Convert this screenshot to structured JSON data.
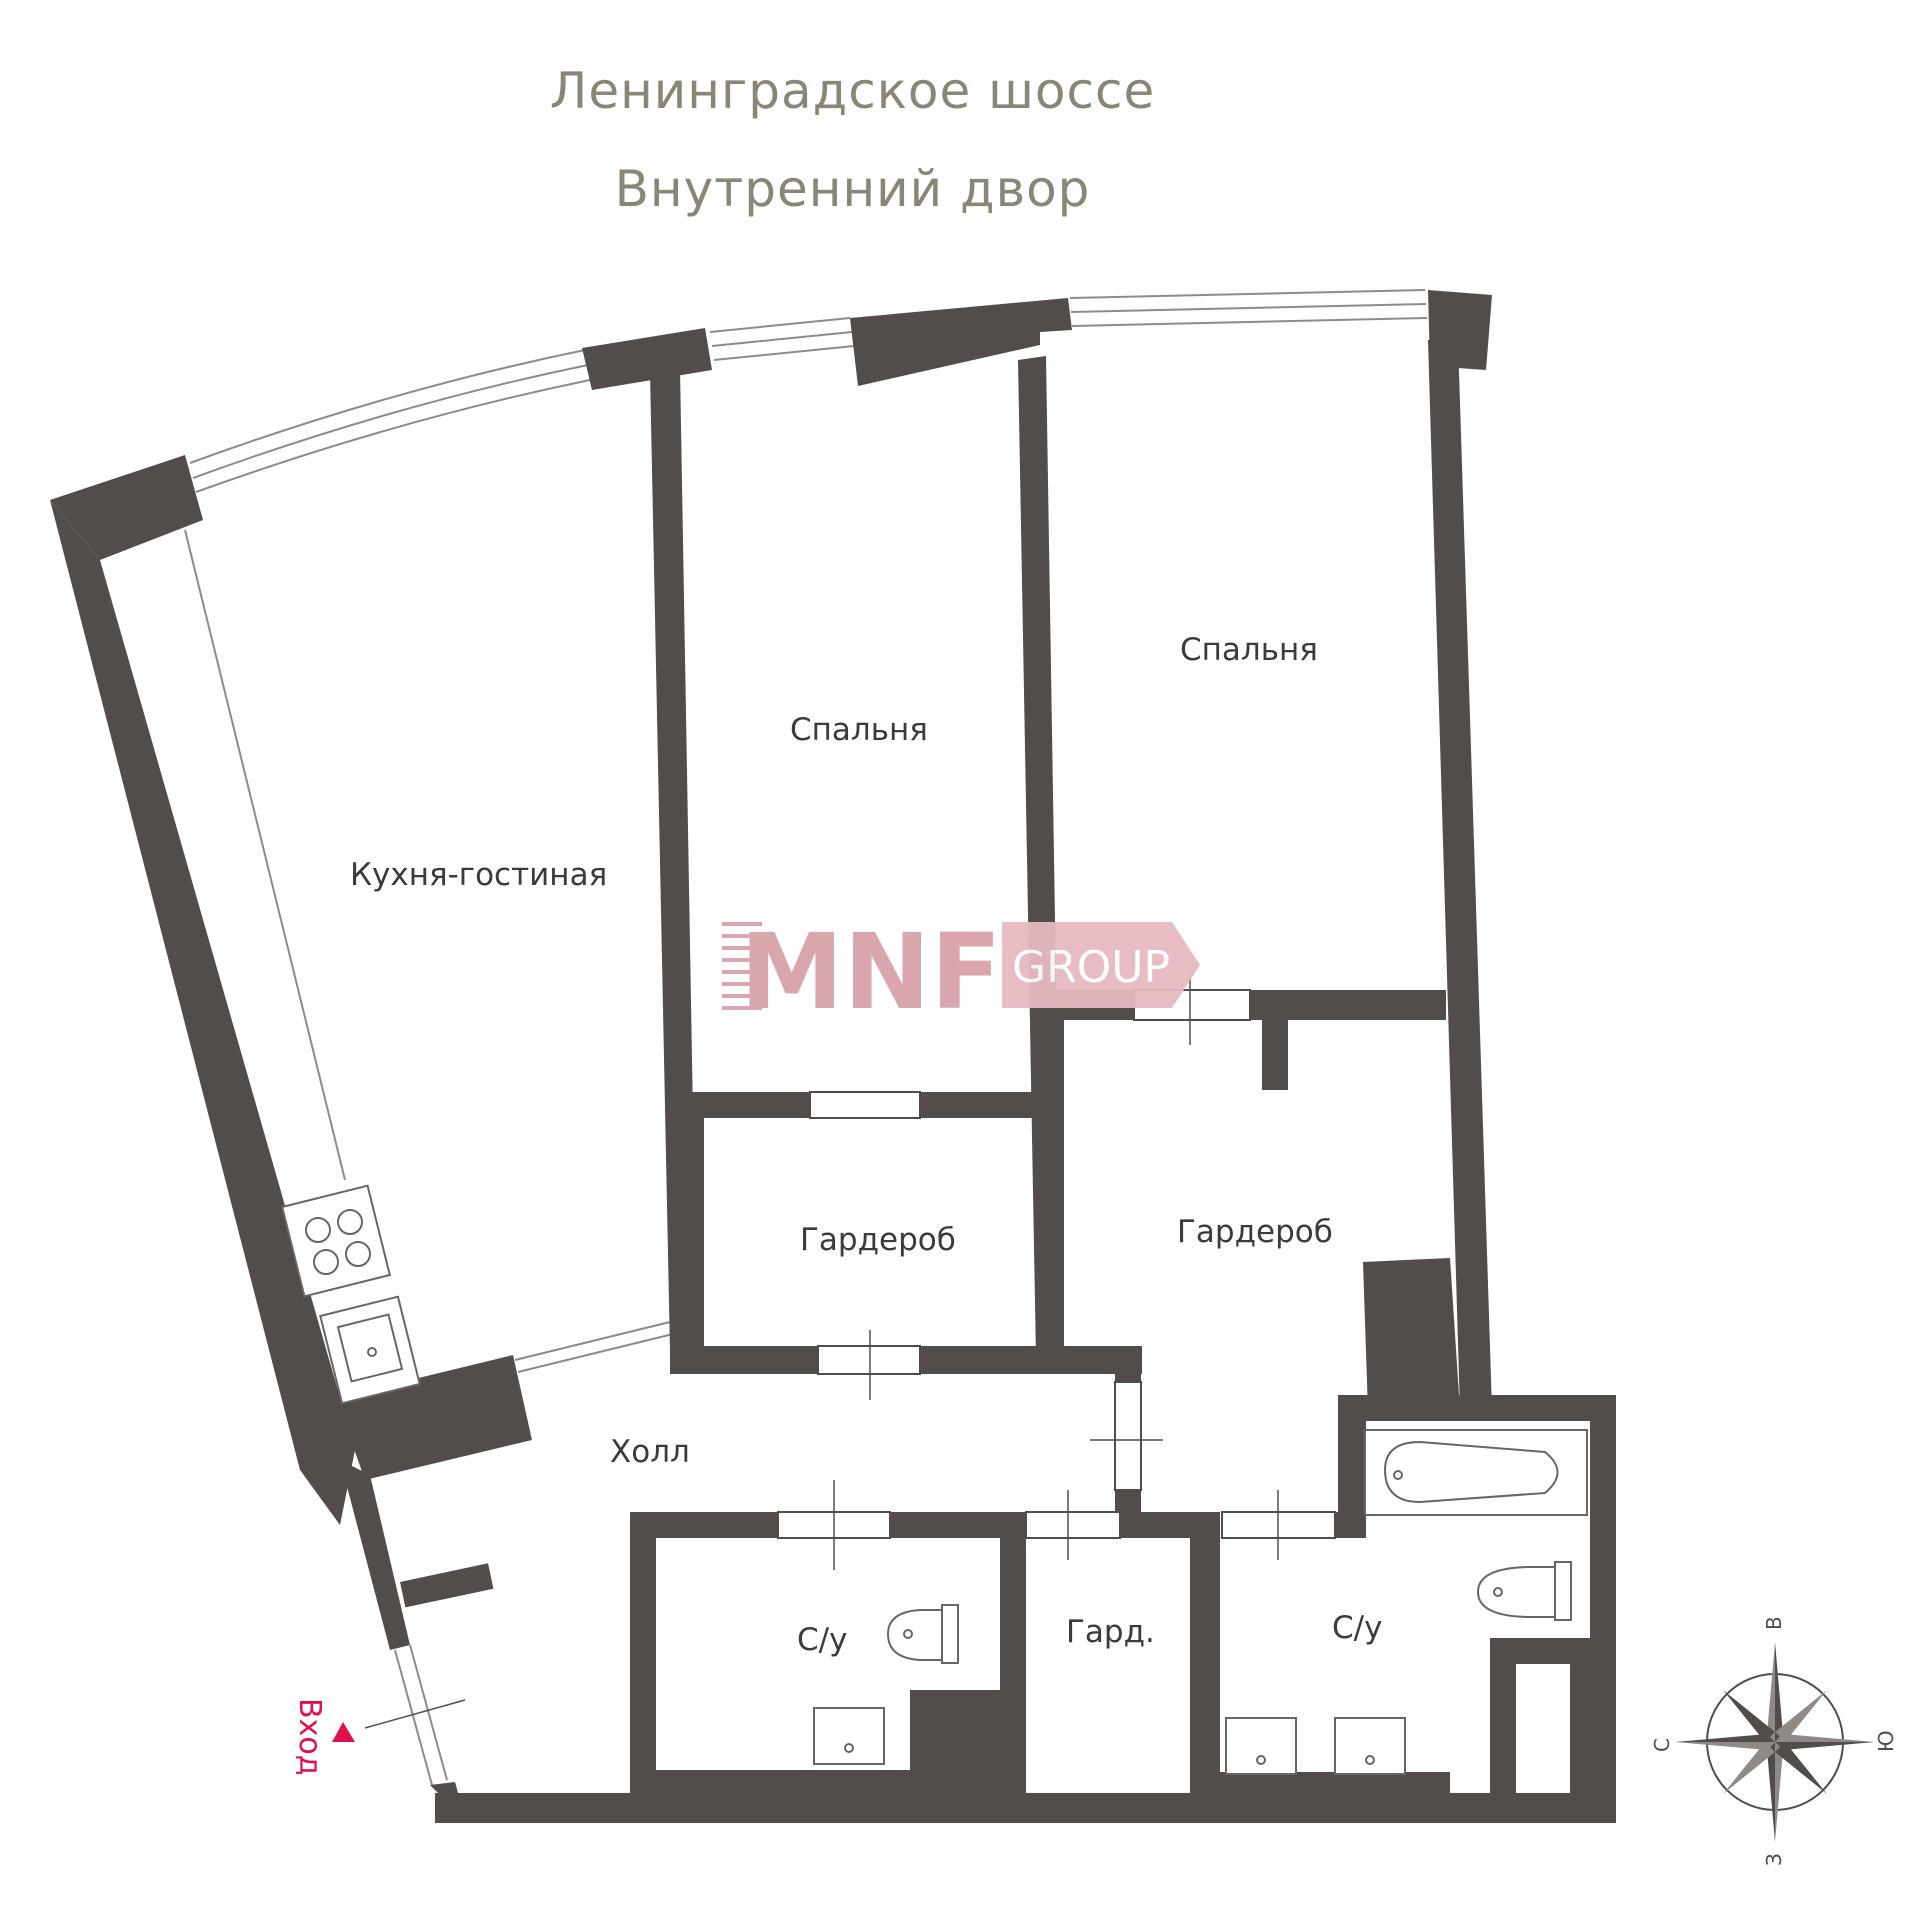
{
  "header": {
    "street": "Ленинградское шоссе",
    "yard": "Внутренний двор"
  },
  "rooms": {
    "kitchen_living": "Кухня-гостиная",
    "bedroom_1": "Спальня",
    "bedroom_2": "Спальня",
    "wardrobe_1": "Гардероб",
    "wardrobe_2": "Гардероб",
    "hall": "Холл",
    "bathroom_1": "С/у",
    "bathroom_2": "С/у",
    "wardrobe_small": "Гард."
  },
  "entrance": {
    "label": "Вход",
    "color": "#e0104f"
  },
  "logo": {
    "mark": "MNF",
    "word": "GROUP",
    "color": "#d9a2aa"
  },
  "compass": {
    "north": "С",
    "east": "В",
    "south": "Ю",
    "west": "З"
  },
  "colors": {
    "wall": "#524d4a",
    "header": "#8a8676",
    "text": "#3e3a38"
  }
}
